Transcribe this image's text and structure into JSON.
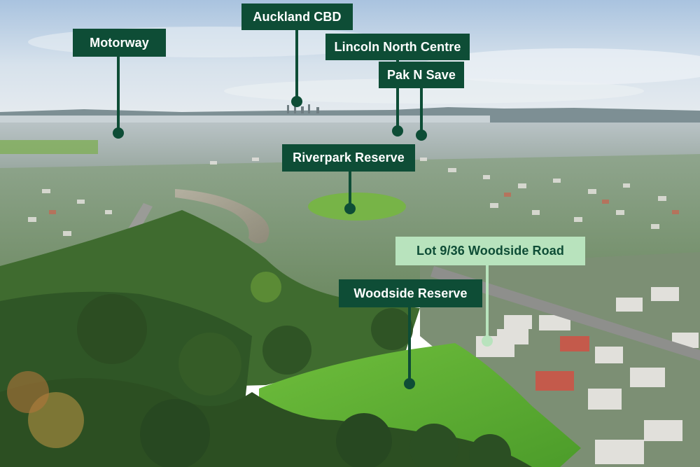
{
  "colors": {
    "label_dark": "#0e4d36",
    "label_light": "#b8e3bd",
    "label_light_text": "#0e4d36",
    "text_light": "#ffffff"
  },
  "labels": {
    "motorway": "Motorway",
    "auckland_cbd": "Auckland CBD",
    "lincoln_north_centre": "Lincoln North Centre",
    "pak_n_save": "Pak N Save",
    "riverpark_reserve": "Riverpark Reserve",
    "lot": "Lot 9/36 Woodside Road",
    "woodside_reserve": "Woodside Reserve"
  }
}
